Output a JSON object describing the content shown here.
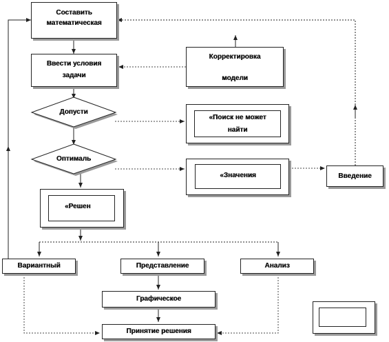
{
  "nodes": {
    "compose": {
      "line1": "Составить",
      "line2": "математическая"
    },
    "input_conditions": {
      "line1": "Ввести условия",
      "line2": "задачи"
    },
    "correction": {
      "line1": "Корректировка",
      "line2": "модели"
    },
    "admissible": {
      "label": "Допусти"
    },
    "search_fail": {
      "line1": "«Поиск не может",
      "line2": "найти"
    },
    "optimal": {
      "label": "Оптималь"
    },
    "values": {
      "label": "«Значения"
    },
    "intro": {
      "label": "Введение"
    },
    "solution": {
      "label": "«Решен"
    },
    "variant": {
      "label": "Вариантный"
    },
    "representation": {
      "label": "Представление"
    },
    "analysis": {
      "label": "Анализ"
    },
    "graphic": {
      "label": "Графическое"
    },
    "decision": {
      "label": "Принятие решения"
    }
  },
  "colors": {
    "line": "#222222",
    "dotted": "#444444",
    "shadow": "#9a9a9a",
    "background": "#ffffff"
  }
}
